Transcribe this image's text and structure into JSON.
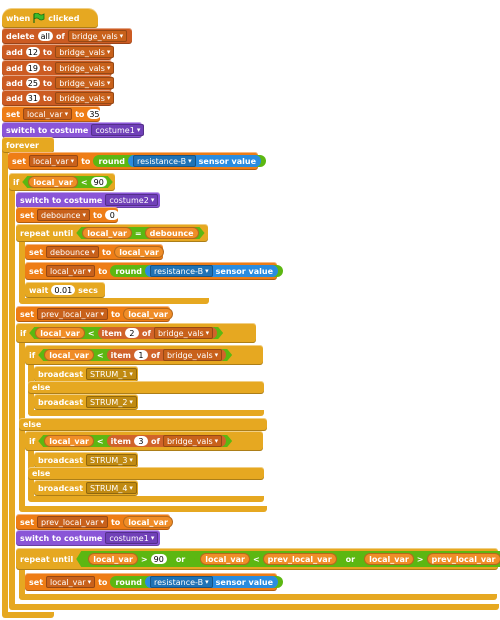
{
  "kw": {
    "when": "when",
    "clicked": "clicked",
    "delete": "delete",
    "of": "of",
    "add": "add",
    "to": "to",
    "set": "set",
    "switch_costume": "switch to costume",
    "forever": "forever",
    "round": "round",
    "sensor_value": "sensor value",
    "if": "if",
    "else": "else",
    "repeat_until": "repeat until",
    "wait": "wait",
    "secs": "secs",
    "broadcast": "broadcast",
    "item": "item",
    "or": "or",
    "lt": "<",
    "gt": ">",
    "eq": "="
  },
  "values": {
    "all": "all",
    "bridge_vals": "bridge_vals",
    "local_var": "local_var",
    "debounce": "debounce",
    "prev_local_var": "prev_local_var",
    "costume1": "costume1",
    "costume2": "costume2",
    "sensor": "resistance-B",
    "n12": "12",
    "n19": "19",
    "n25": "25",
    "n31": "31",
    "n35": "35",
    "n90": "90",
    "n0": "0",
    "n001": "0.01",
    "n2": "2",
    "n1": "1",
    "n3": "3",
    "strum1": "STRUM_1",
    "strum2": "STRUM_2",
    "strum3": "STRUM_3",
    "strum4": "STRUM_4"
  },
  "colors": {
    "control": "#e6a821",
    "variables": "#ee7d16",
    "lists": "#cc5b22",
    "looks": "#8a55d7",
    "operators": "#5cb712",
    "sensing": "#2a8ce0"
  }
}
